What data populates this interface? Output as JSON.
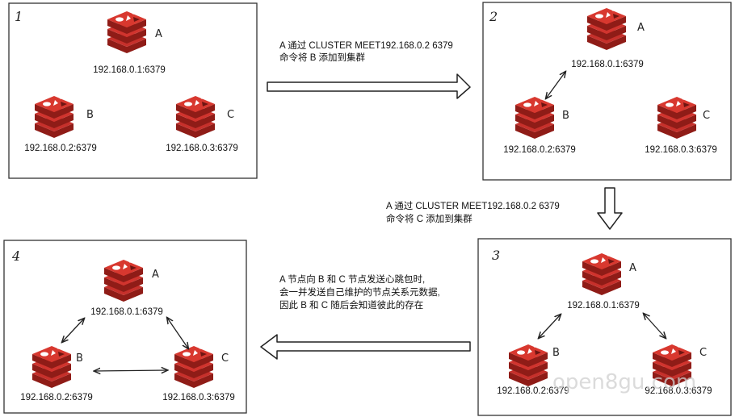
{
  "panels": [
    {
      "number": "1",
      "nodes": [
        {
          "letter": "A",
          "address": "192.168.0.1:6379"
        },
        {
          "letter": "B",
          "address": "192.168.0.2:6379"
        },
        {
          "letter": "C",
          "address": "192.168.0.3:6379"
        }
      ]
    },
    {
      "number": "2",
      "nodes": [
        {
          "letter": "A",
          "address": "192.168.0.1:6379"
        },
        {
          "letter": "B",
          "address": "192.168.0.2:6379"
        },
        {
          "letter": "C",
          "address": "192.168.0.3:6379"
        }
      ]
    },
    {
      "number": "3",
      "nodes": [
        {
          "letter": "A",
          "address": "192.168.0.1:6379"
        },
        {
          "letter": "B",
          "address": "192.168.0.2:6379"
        },
        {
          "letter": "C",
          "address": "92.168.0.3:6379"
        }
      ]
    },
    {
      "number": "4",
      "nodes": [
        {
          "letter": "A",
          "address": "192.168.0.1:6379"
        },
        {
          "letter": "B",
          "address": "192.168.0.2:6379"
        },
        {
          "letter": "C",
          "address": "192.168.0.3:6379"
        }
      ]
    }
  ],
  "notes": {
    "step1": [
      "A 通过 CLUSTER MEET192.168.0.2 6379",
      "命令将 B 添加到集群"
    ],
    "step2": [
      "A 通过 CLUSTER MEET192.168.0.2 6379",
      "命令将 C 添加到集群"
    ],
    "step3": [
      "A 节点向 B 和 C 节点发送心跳包时,",
      "会一并发送自己维护的节点关系元数据,",
      "因此 B 和 C 随后会知道彼此的存在"
    ]
  },
  "watermark": "open8gu.com",
  "colors": {
    "redis_red": "#c6302b",
    "redis_dark": "#8f1c17",
    "stroke": "#222222"
  },
  "icon": "redis-logo-icon"
}
